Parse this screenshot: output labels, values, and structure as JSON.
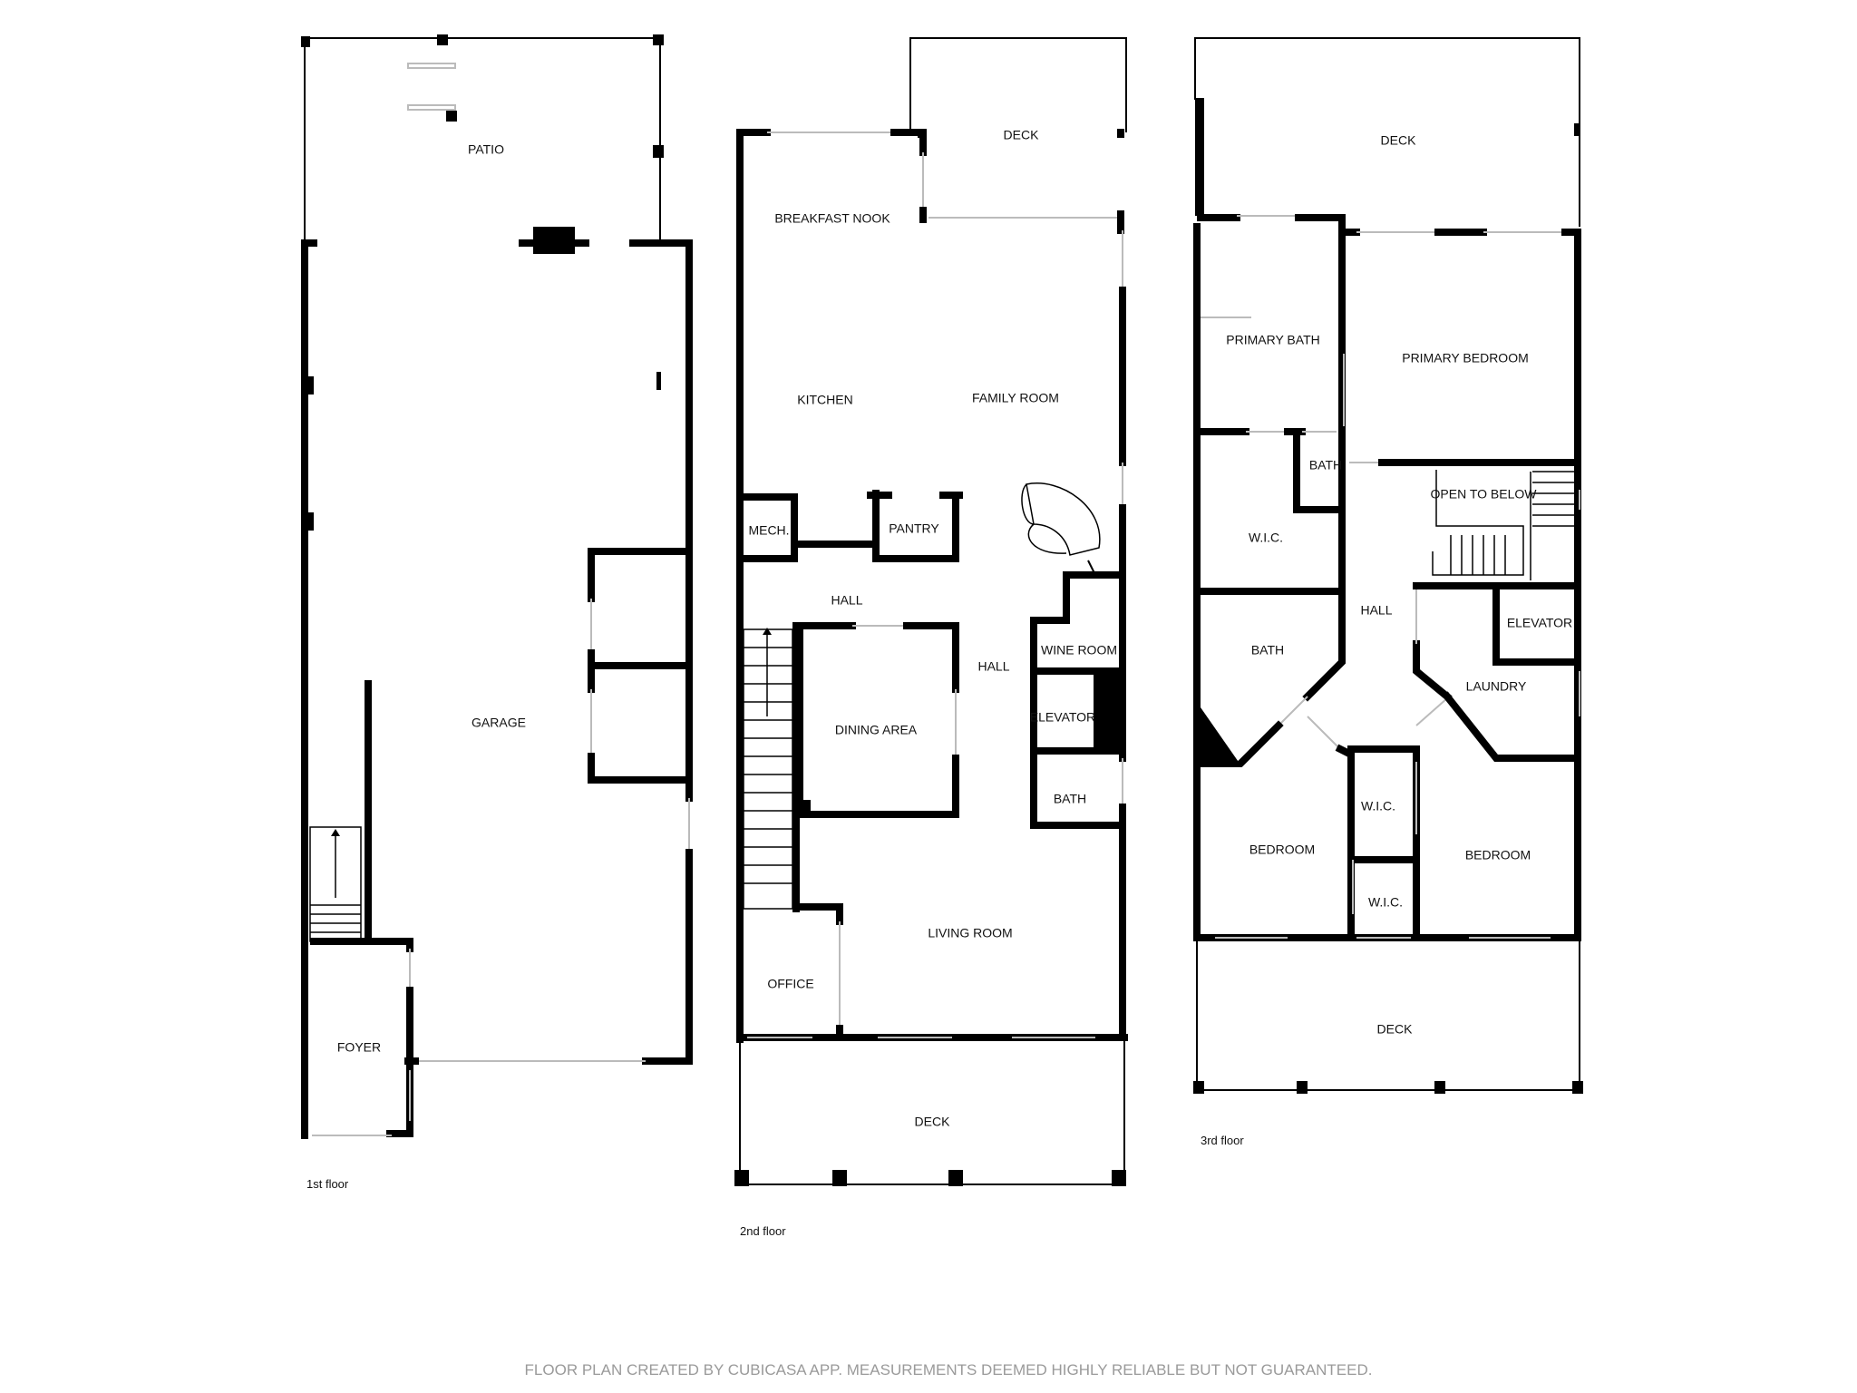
{
  "floors": {
    "first": {
      "label": "1st floor",
      "rooms": {
        "patio": "PATIO",
        "garage": "GARAGE",
        "foyer": "FOYER"
      }
    },
    "second": {
      "label": "2nd floor",
      "rooms": {
        "deck_top": "DECK",
        "breakfast_nook": "BREAKFAST NOOK",
        "kitchen": "KITCHEN",
        "family_room": "FAMILY ROOM",
        "mech": "MECH.",
        "pantry": "PANTRY",
        "hall_left": "HALL",
        "hall_right": "HALL",
        "wine_room": "WINE ROOM",
        "dining_area": "DINING AREA",
        "elevator": "ELEVATOR",
        "bath": "BATH",
        "living_room": "LIVING ROOM",
        "office": "OFFICE",
        "deck_bottom": "DECK"
      }
    },
    "third": {
      "label": "3rd floor",
      "rooms": {
        "deck_top": "DECK",
        "primary_bath": "PRIMARY BATH",
        "primary_bedroom": "PRIMARY BEDROOM",
        "bath_small": "BATH",
        "open_to_below": "OPEN TO BELOW",
        "wic_left": "W.I.C.",
        "hall": "HALL",
        "elevator": "ELEVATOR",
        "bath_left": "BATH",
        "laundry": "LAUNDRY",
        "wic_mid": "W.I.C.",
        "bedroom_left": "BEDROOM",
        "bedroom_right": "BEDROOM",
        "wic_bottom": "W.I.C.",
        "deck_bottom": "DECK"
      }
    }
  },
  "footer": "FLOOR PLAN CREATED BY CUBICASA APP. MEASUREMENTS DEEMED HIGHLY RELIABLE BUT NOT GUARANTEED."
}
